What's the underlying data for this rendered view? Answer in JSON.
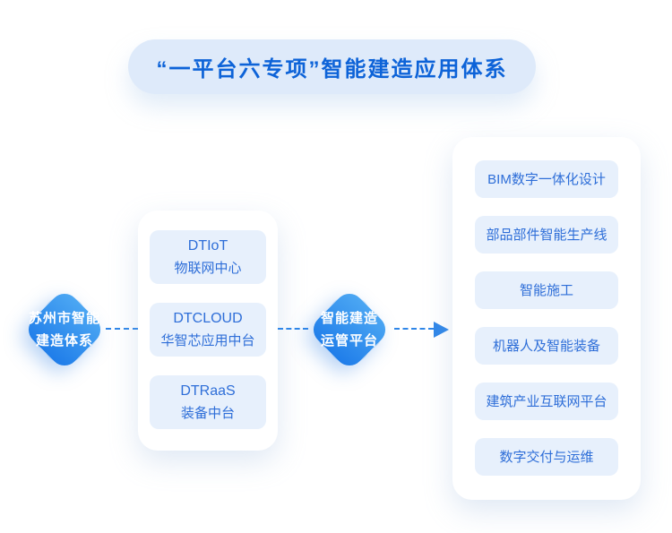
{
  "title": {
    "text": "“一平台六专项”智能建造应用体系"
  },
  "nodes": {
    "left": {
      "lines": [
        "苏州市智能",
        "建造体系"
      ]
    },
    "platform": {
      "lines": [
        "智能建造",
        "运管平台"
      ]
    }
  },
  "platform_card": {
    "items": [
      {
        "en": "DTIoT",
        "cn": "物联网中心"
      },
      {
        "en": "DTCLOUD",
        "cn": "华智芯应用中台"
      },
      {
        "en": "DTRaaS",
        "cn": "装备中台"
      }
    ]
  },
  "applications_card": {
    "items": [
      "BIM数字一体化设计",
      "部品部件智能生产线",
      "智能施工",
      "机器人及智能装备",
      "建筑产业互联网平台",
      "数字交付与运维"
    ]
  },
  "icons": {
    "arrow": "arrow-right-icon"
  },
  "colors": {
    "title_text": "#0d63d8",
    "pill_bg": "#deeafa",
    "node_gradient_top": "#4da8f3",
    "node_gradient_bottom": "#1e7ce9",
    "node_text": "#ffffff",
    "chip_bg": "#e7f0fc",
    "chip_text": "#2e6ed8",
    "connector_blue": "#2f86e8",
    "card_bg": "#ffffff"
  }
}
